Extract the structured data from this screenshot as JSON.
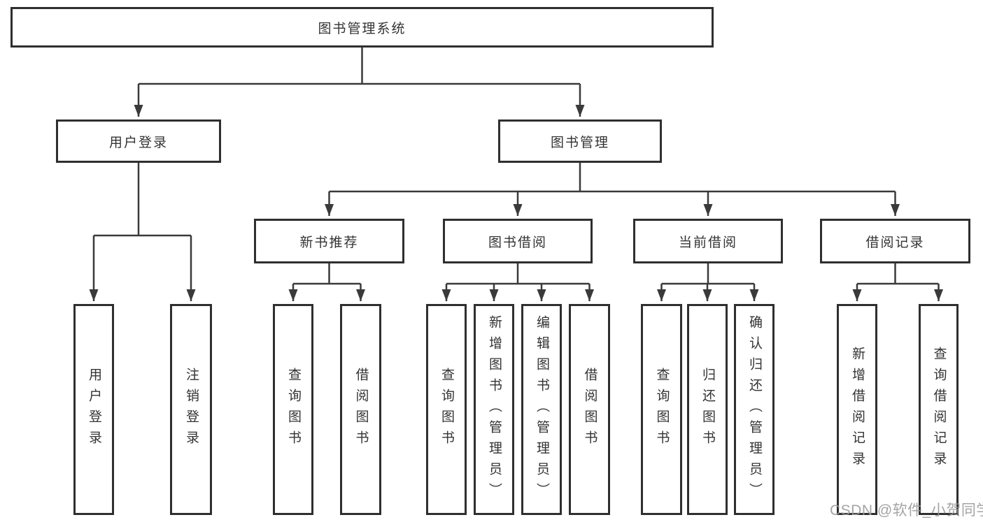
{
  "tree": {
    "label": "图书管理系统",
    "children": [
      {
        "label": "用户登录",
        "children": [
          {
            "label": "用户登录"
          },
          {
            "label": "注销登录"
          }
        ]
      },
      {
        "label": "图书管理",
        "children": [
          {
            "label": "新书推荐",
            "children": [
              {
                "label": "查询图书"
              },
              {
                "label": "借阅图书"
              }
            ]
          },
          {
            "label": "图书借阅",
            "children": [
              {
                "label": "查询图书"
              },
              {
                "label": "新增图书（管理员）"
              },
              {
                "label": "编辑图书（管理员）"
              },
              {
                "label": "借阅图书"
              }
            ]
          },
          {
            "label": "当前借阅",
            "children": [
              {
                "label": "查询图书"
              },
              {
                "label": "归还图书"
              },
              {
                "label": "确认归还（管理员）"
              }
            ]
          },
          {
            "label": "借阅记录",
            "children": [
              {
                "label": "新增借阅记录"
              },
              {
                "label": "查询借阅记录"
              }
            ]
          }
        ]
      }
    ]
  },
  "watermark": {
    "text": "CSDN @软件_小贺同学"
  },
  "colors": {
    "line": "#3a3a3a",
    "box_border": "#2f2f2f",
    "text": "#333333",
    "watermark": "#9d9d9d",
    "background": "#ffffff"
  }
}
